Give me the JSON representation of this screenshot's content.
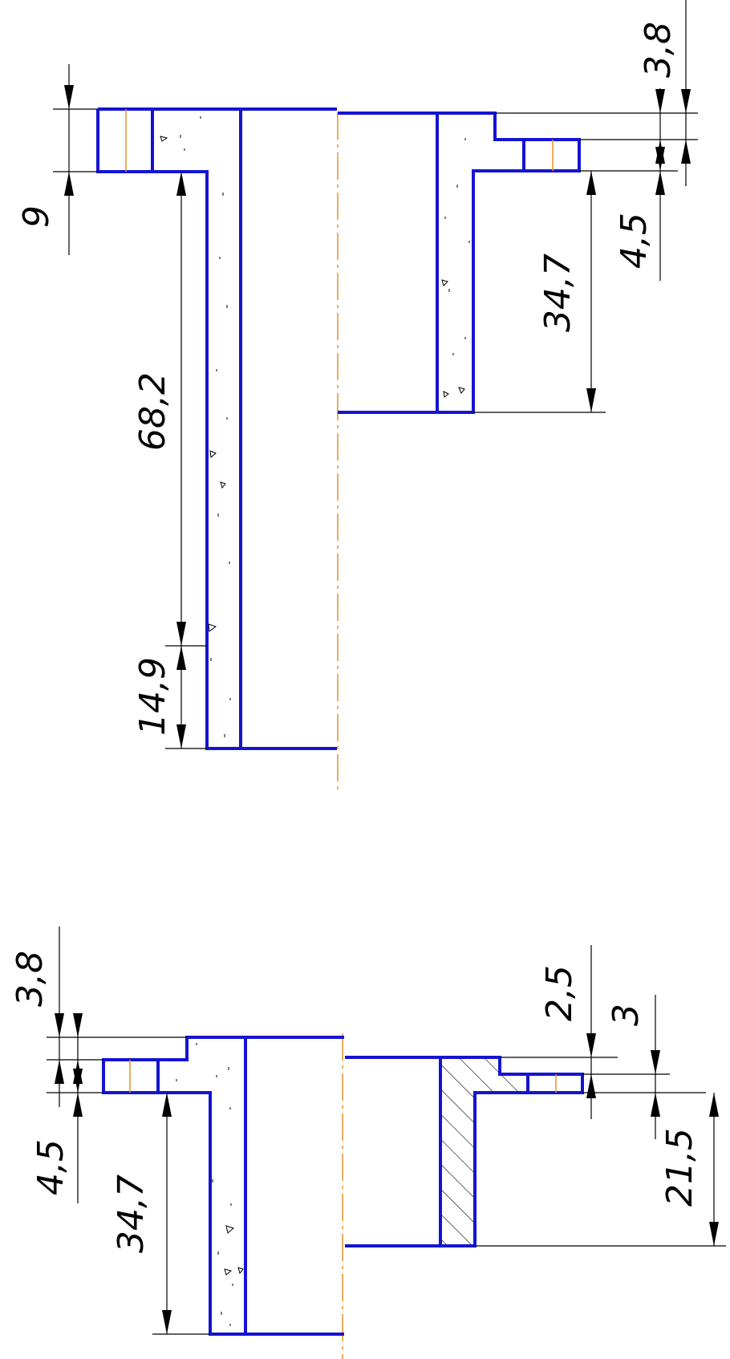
{
  "colors": {
    "outline": "#1414d2",
    "axis": "#e8902a",
    "dimension": "#000000",
    "background": "#ffffff"
  },
  "top_view": {
    "dims": {
      "flange_left_thickness": "9",
      "web_length": "68,2",
      "foot_length": "14,9",
      "flange_right_step": "3,8",
      "flange_right_thickness": "4,5",
      "web_right_length": "34,7"
    }
  },
  "bottom_view": {
    "dims": {
      "flange_left_step": "3,8",
      "flange_left_thickness": "4,5",
      "web_left_length": "34,7",
      "flange_right_step": "2,5",
      "flange_right_thickness": "3",
      "web_right_length": "21,5"
    }
  }
}
